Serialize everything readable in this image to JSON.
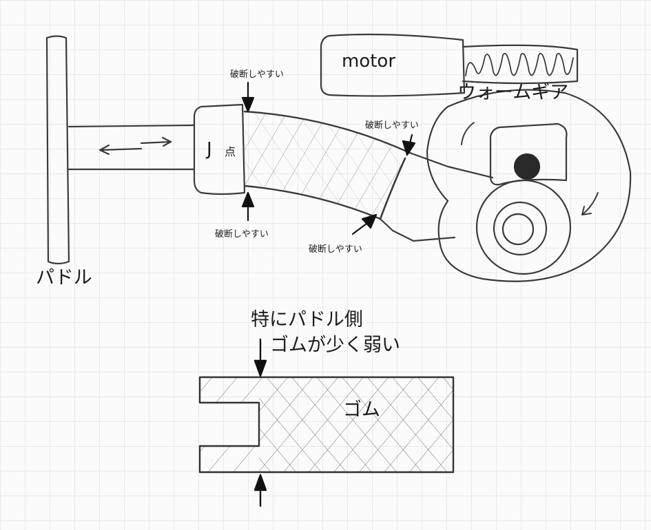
{
  "labels": {
    "motor": "motor",
    "worm_gear": "ウォームギア",
    "paddle": "パドル",
    "j_point_j": "J",
    "j_point_ten": "点",
    "break_top": "破断しやすい",
    "break_bottom": "破断しやすい",
    "break_right_top": "破断しやすい",
    "break_right_bottom": "破断しやすい",
    "note_line1": "特にパドル側",
    "note_line2": "ゴムが少く弱い",
    "rubber": "ゴム"
  }
}
